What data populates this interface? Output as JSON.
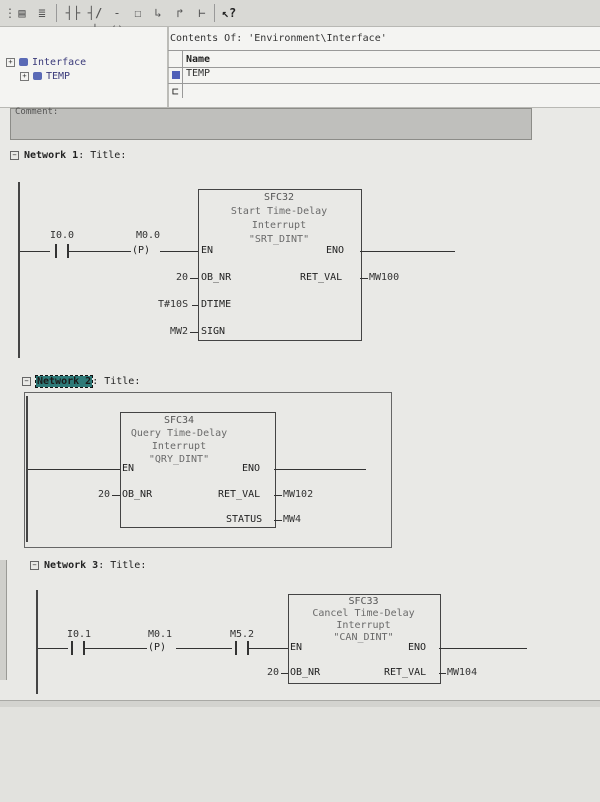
{
  "toolbar": {
    "icons": [
      "toolbar-grip-icon",
      "network-settings-icon",
      "list-icon",
      "no-contact-icon",
      "nc-contact-icon",
      "coil-icon",
      "box-icon",
      "open-branch-icon",
      "close-branch-icon",
      "connection-icon",
      "help-icon"
    ],
    "help_label": "?"
  },
  "interface": {
    "tree_root": "Interface",
    "tree_child": "TEMP",
    "contents_of": "Contents Of: 'Environment\\Interface'",
    "col_name": "Name",
    "row_temp": "TEMP"
  },
  "comment_label": "Comment:",
  "networks": [
    {
      "label": "Network 1",
      "title": ": Title:",
      "contacts": [
        "I0.0",
        "M0.0"
      ],
      "edge": "(P)",
      "block": {
        "name": "SFC32",
        "desc_line1": "Start Time-Delay",
        "desc_line2": "Interrupt",
        "sym": "\"SRT_DINT\""
      },
      "pins": {
        "en": "EN",
        "eno": "ENO",
        "ob_nr": "OB_NR",
        "dtime": "DTIME",
        "sign": "SIGN",
        "ret_val": "RET_VAL"
      },
      "params": {
        "ob_nr": "20",
        "dtime": "T#10S",
        "sign": "MW2",
        "ret_val": "MW100"
      }
    },
    {
      "label": "Network 2",
      "title": ": Title:",
      "block": {
        "name": "SFC34",
        "desc_line1": "Query Time-Delay",
        "desc_line2": "Interrupt",
        "sym": "\"QRY_DINT\""
      },
      "pins": {
        "en": "EN",
        "eno": "ENO",
        "ob_nr": "OB_NR",
        "ret_val": "RET_VAL",
        "status": "STATUS"
      },
      "params": {
        "ob_nr": "20",
        "ret_val": "MW102",
        "status": "MW4"
      }
    },
    {
      "label": "Network 3",
      "title": ": Title:",
      "contacts": [
        "I0.1",
        "M0.1",
        "M5.2"
      ],
      "edge": "(P)",
      "block": {
        "name": "SFC33",
        "desc_line1": "Cancel Time-Delay",
        "desc_line2": "Interrupt",
        "sym": "\"CAN_DINT\""
      },
      "pins": {
        "en": "EN",
        "eno": "ENO",
        "ob_nr": "OB_NR",
        "ret_val": "RET_VAL"
      },
      "params": {
        "ob_nr": "20",
        "ret_val": "MW104"
      }
    }
  ]
}
